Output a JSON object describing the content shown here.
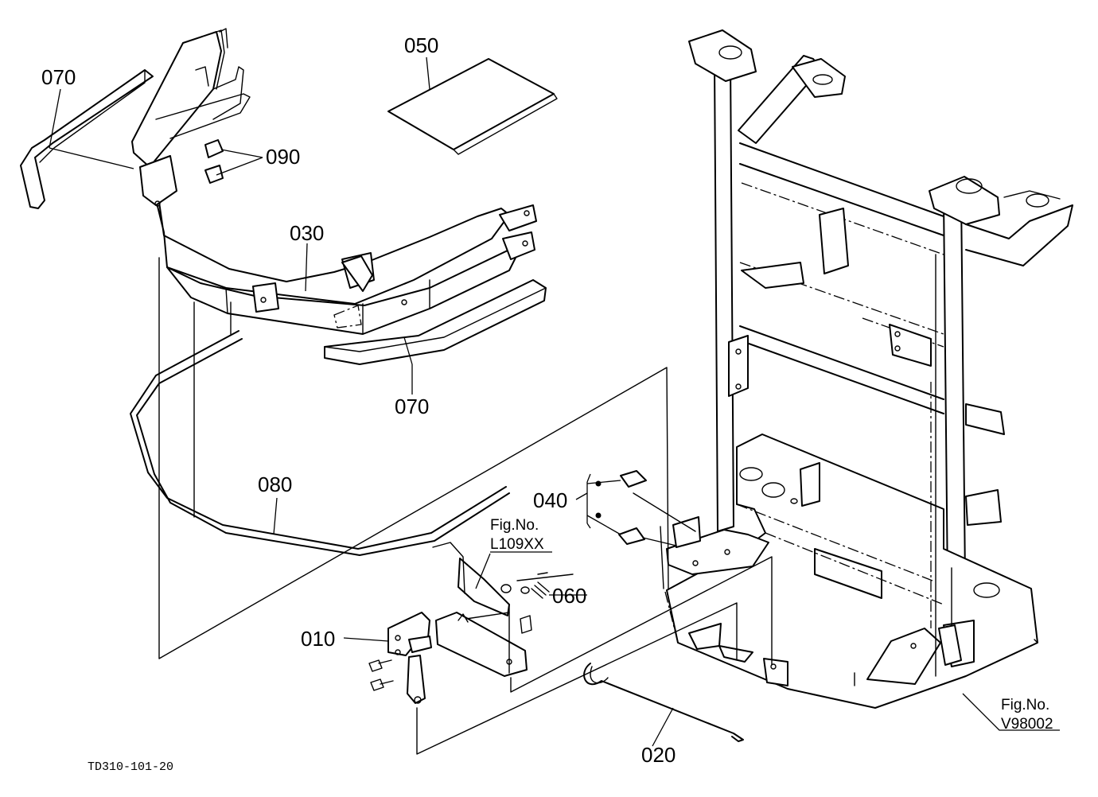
{
  "diagram": {
    "drawing_code": "TD310-101-20",
    "callouts": {
      "c010": "010",
      "c020": "020",
      "c030": "030",
      "c040": "040",
      "c050": "050",
      "c060": "060",
      "c070_top": "070",
      "c070_bottom": "070",
      "c080": "080",
      "c090": "090"
    },
    "figure_refs": {
      "ref1_label": "Fig.No.",
      "ref1_number": "L109XX",
      "ref2_label": "Fig.No.",
      "ref2_number": "V98002"
    }
  }
}
